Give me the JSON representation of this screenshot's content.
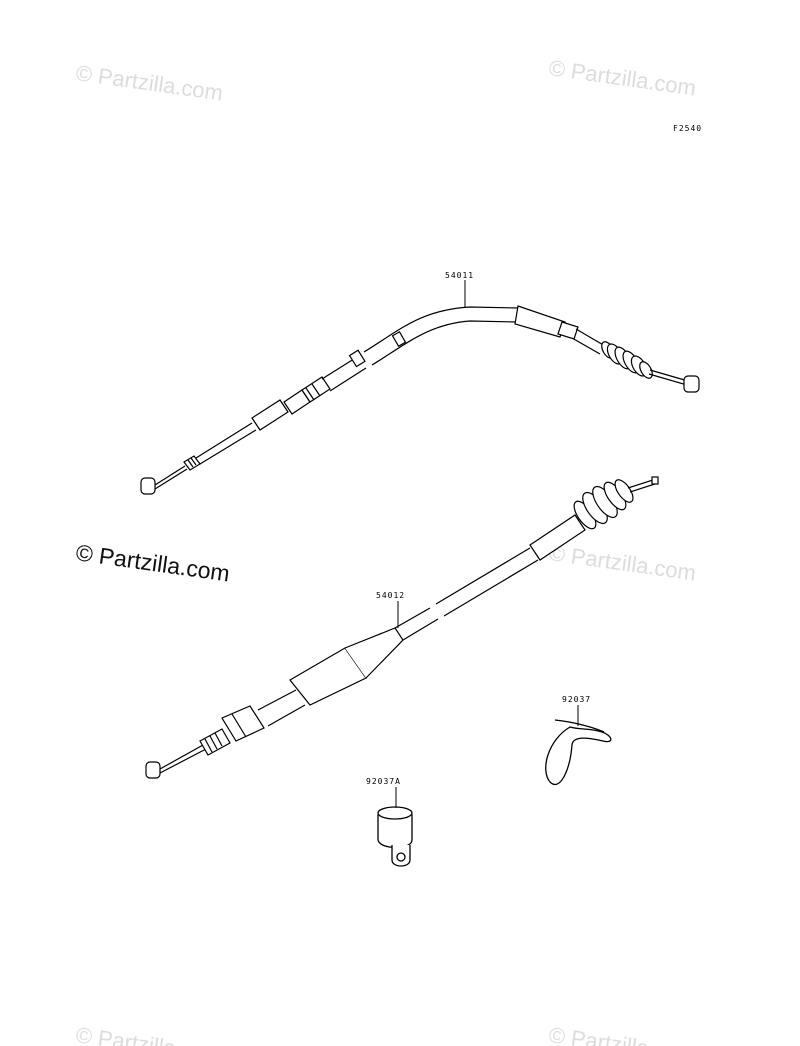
{
  "diagram": {
    "figure_code": "F2540",
    "parts": [
      {
        "number": "54011"
      },
      {
        "number": "54012"
      },
      {
        "number": "92037"
      },
      {
        "number": "92037A"
      }
    ]
  },
  "watermark": {
    "text": "© Partzilla.com",
    "faint_color": "#dcdcdc",
    "strong_color": "#111111"
  },
  "colors": {
    "line": "#000000",
    "background": "#ffffff"
  }
}
